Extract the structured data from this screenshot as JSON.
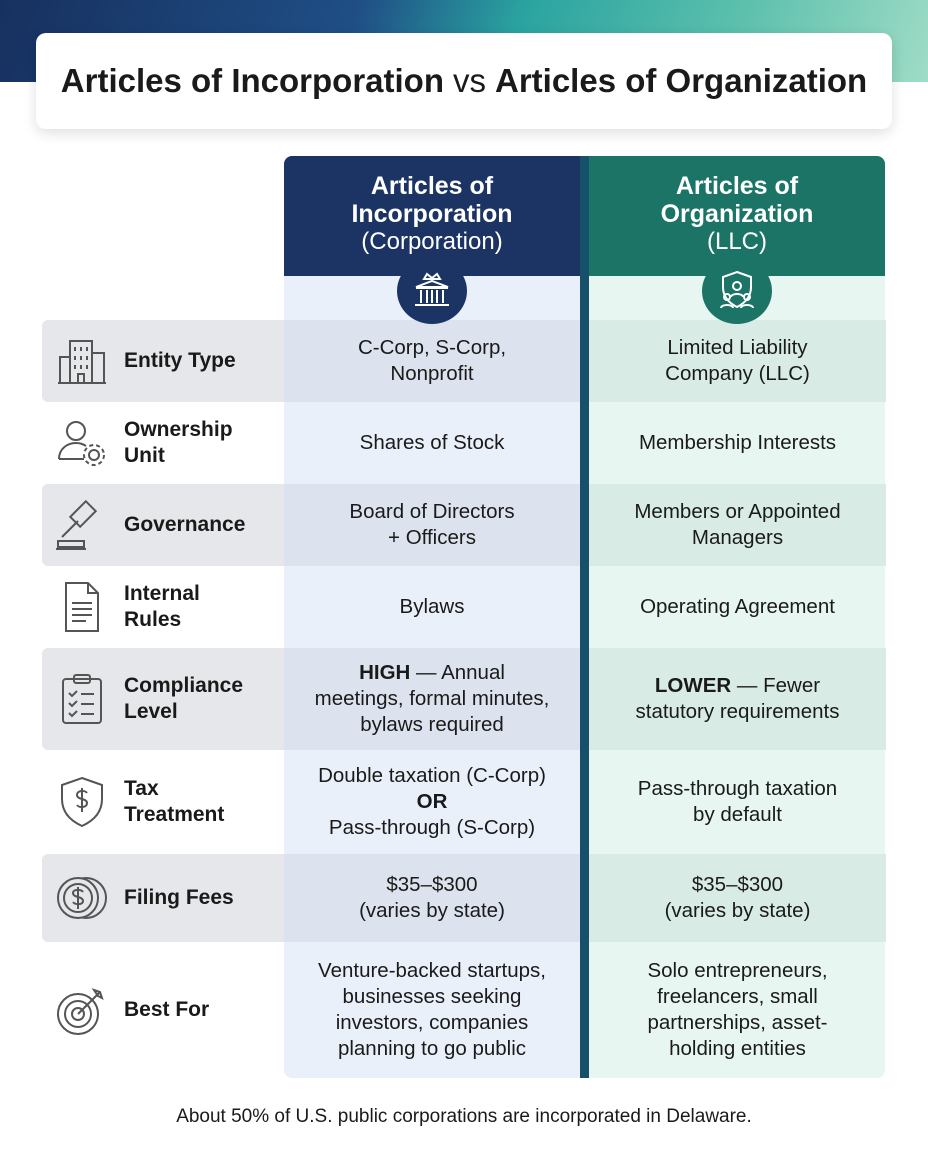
{
  "title": {
    "left": "Articles of Incorporation",
    "vs": "vs",
    "right": "Articles of Organization"
  },
  "columns": {
    "corp": {
      "line1": "Articles of",
      "line2": "Incorporation",
      "line3": "(Corporation)",
      "icon": "courthouse-crown-icon",
      "color": "#1b3463"
    },
    "llc": {
      "line1": "Articles of",
      "line2": "Organization",
      "line3": "(LLC)",
      "icon": "shield-people-icon",
      "color": "#1c7466"
    }
  },
  "rows": [
    {
      "label_1": "Entity Type",
      "label_2": "",
      "icon": "building-icon",
      "corp_1": "C-Corp, S-Corp,",
      "corp_2": "Nonprofit",
      "llc_1": "Limited Liability",
      "llc_2": "Company (LLC)"
    },
    {
      "label_1": "Ownership",
      "label_2": "Unit",
      "icon": "user-gear-icon",
      "corp_1": "Shares of Stock",
      "llc_1": "Membership Interests"
    },
    {
      "label_1": "Governance",
      "label_2": "",
      "icon": "gavel-icon",
      "corp_1": "Board of Directors",
      "corp_2": "+ Officers",
      "llc_1": "Members or Appointed",
      "llc_2": "Managers"
    },
    {
      "label_1": "Internal",
      "label_2": "Rules",
      "icon": "document-icon",
      "corp_1": "Bylaws",
      "llc_1": "Operating Agreement"
    },
    {
      "label_1": "Compliance",
      "label_2": "Level",
      "icon": "checklist-icon",
      "corp_bold": "HIGH",
      "corp_rest": " — Annual",
      "corp_2": "meetings, formal minutes,",
      "corp_3": "bylaws required",
      "llc_bold": "LOWER",
      "llc_rest": " — Fewer",
      "llc_2": "statutory requirements"
    },
    {
      "label_1": "Tax",
      "label_2": "Treatment",
      "icon": "dollar-shield-icon",
      "corp_1": "Double taxation (C-Corp)",
      "corp_2": "OR",
      "corp_3": "Pass-through (S-Corp)",
      "llc_1": "Pass-through taxation",
      "llc_2": "by default"
    },
    {
      "label_1": "Filing Fees",
      "label_2": "",
      "icon": "coins-icon",
      "corp_1": "$35–$300",
      "corp_2": "(varies by state)",
      "llc_1": "$35–$300",
      "llc_2": "(varies by state)"
    },
    {
      "label_1": "Best For",
      "label_2": "",
      "icon": "target-icon",
      "corp_1": "Venture-backed startups,",
      "corp_2": "businesses seeking",
      "corp_3": "investors, companies",
      "corp_4": "planning to go public",
      "llc_1": "Solo entrepreneurs,",
      "llc_2": "freelancers, small",
      "llc_3": "partnerships, asset-",
      "llc_4": "holding entities"
    }
  ],
  "footer": "About 50% of U.S. public corporations are incorporated in Delaware."
}
